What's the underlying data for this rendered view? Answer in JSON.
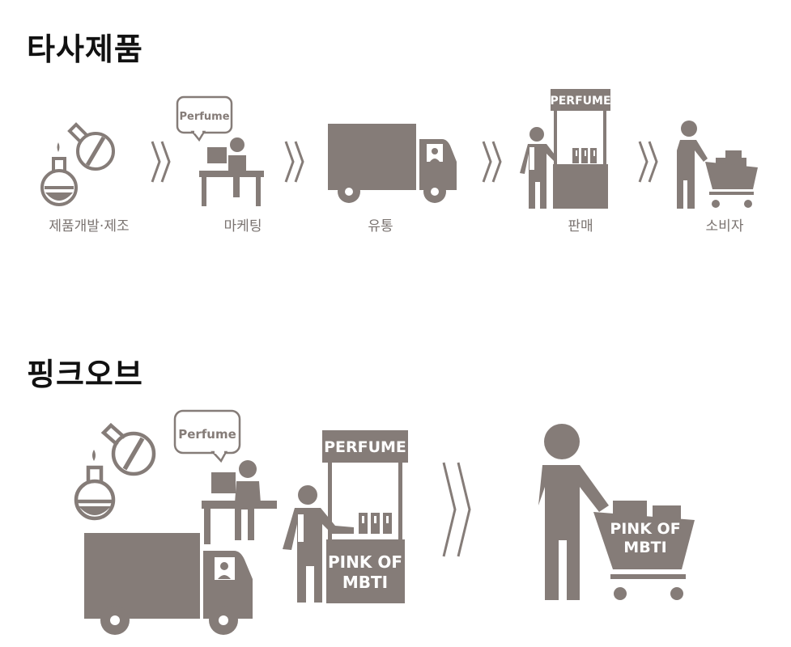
{
  "colors": {
    "icon": "#857c78",
    "title": "#111111",
    "label": "#7a7370",
    "white": "#ffffff"
  },
  "sections": {
    "competitor": {
      "title": "타사제품",
      "steps": [
        {
          "label": "제품개발·제조",
          "icon": "flask-icon"
        },
        {
          "label": "마케팅",
          "icon": "marketing-desk-icon",
          "bubble": "Perfume"
        },
        {
          "label": "유통",
          "icon": "truck-icon"
        },
        {
          "label": "판매",
          "icon": "perfume-stand-icon",
          "sign": "PERFUME"
        },
        {
          "label": "소비자",
          "icon": "shopper-cart-icon"
        }
      ]
    },
    "pinkof": {
      "title": "핑크오브",
      "bubble": "Perfume",
      "sign": "PERFUME",
      "stand_label_line1": "PINK OF",
      "stand_label_line2": "MBTI",
      "cart_label_line1": "PINK OF",
      "cart_label_line2": "MBTI"
    }
  }
}
